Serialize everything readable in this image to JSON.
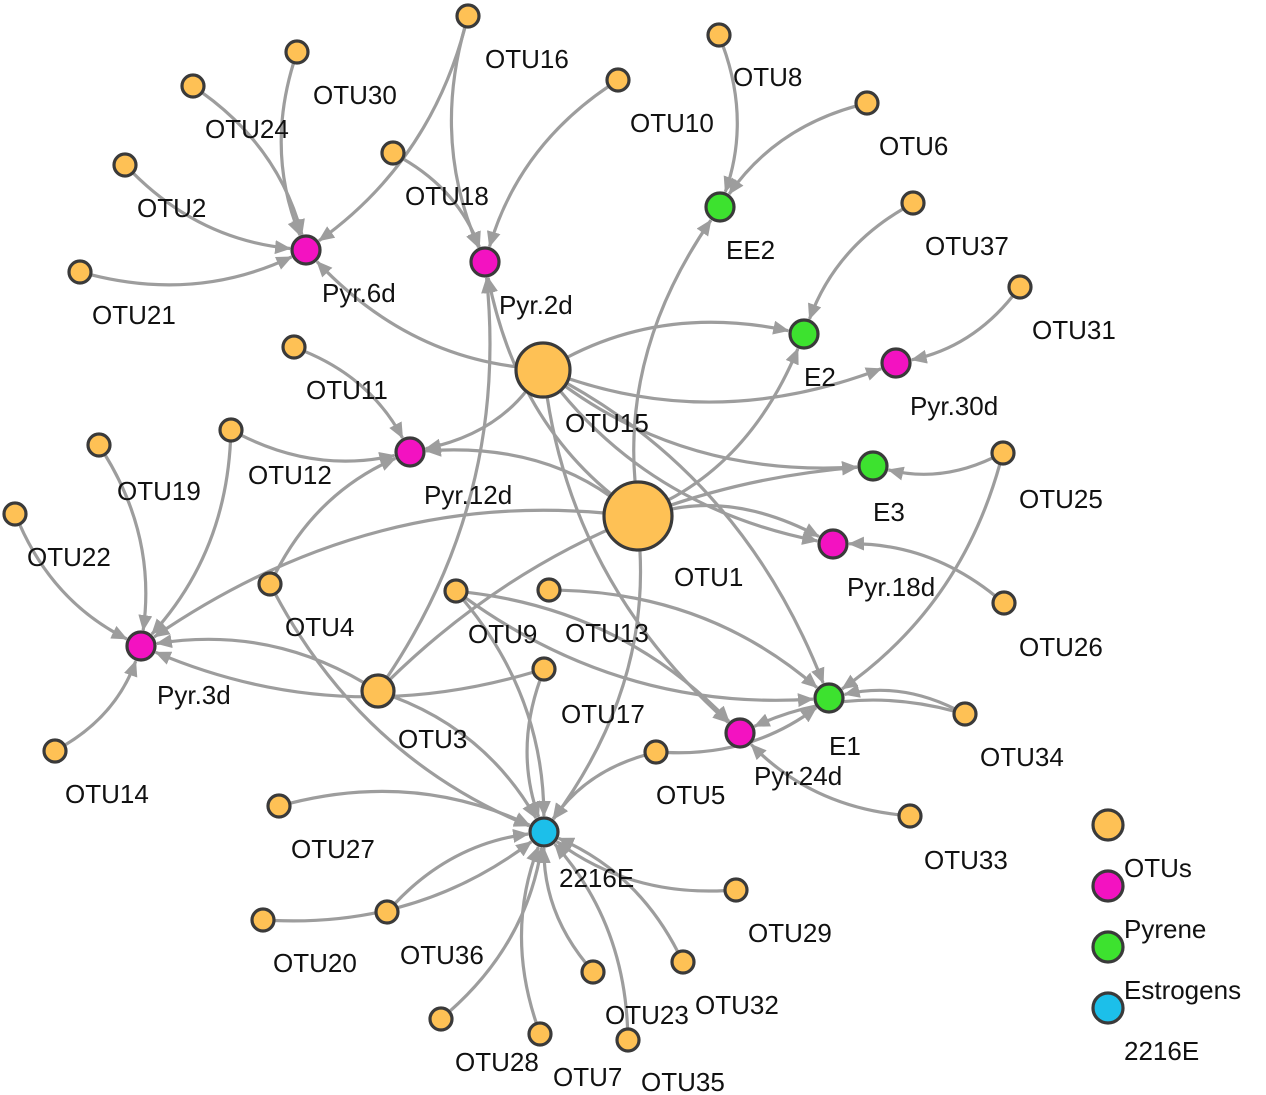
{
  "colors": {
    "otu": "#FEC155",
    "pyrene": "#3DE22F",
    "estrogens": "#F312C1",
    "medium": "#1CBFEA",
    "edge": "#9D9D9D",
    "stroke": "#3A3A3A"
  },
  "nodes": [
    {
      "id": "OTU1",
      "label": "OTU1",
      "kind": "otu",
      "size": "xl"
    },
    {
      "id": "OTU15",
      "label": "OTU15",
      "kind": "otu",
      "size": "lg"
    },
    {
      "id": "OTU3",
      "label": "OTU3",
      "kind": "otu",
      "size": "md"
    },
    {
      "id": "OTU2",
      "label": "OTU2",
      "kind": "otu"
    },
    {
      "id": "OTU4",
      "label": "OTU4",
      "kind": "otu"
    },
    {
      "id": "OTU5",
      "label": "OTU5",
      "kind": "otu"
    },
    {
      "id": "OTU6",
      "label": "OTU6",
      "kind": "otu"
    },
    {
      "id": "OTU7",
      "label": "OTU7",
      "kind": "otu"
    },
    {
      "id": "OTU8",
      "label": "OTU8",
      "kind": "otu"
    },
    {
      "id": "OTU9",
      "label": "OTU9",
      "kind": "otu"
    },
    {
      "id": "OTU10",
      "label": "OTU10",
      "kind": "otu"
    },
    {
      "id": "OTU11",
      "label": "OTU11",
      "kind": "otu"
    },
    {
      "id": "OTU12",
      "label": "OTU12",
      "kind": "otu"
    },
    {
      "id": "OTU13",
      "label": "OTU13",
      "kind": "otu"
    },
    {
      "id": "OTU14",
      "label": "OTU14",
      "kind": "otu"
    },
    {
      "id": "OTU16",
      "label": "OTU16",
      "kind": "otu"
    },
    {
      "id": "OTU17",
      "label": "OTU17",
      "kind": "otu"
    },
    {
      "id": "OTU18",
      "label": "OTU18",
      "kind": "otu"
    },
    {
      "id": "OTU19",
      "label": "OTU19",
      "kind": "otu"
    },
    {
      "id": "OTU20",
      "label": "OTU20",
      "kind": "otu"
    },
    {
      "id": "OTU21",
      "label": "OTU21",
      "kind": "otu"
    },
    {
      "id": "OTU22",
      "label": "OTU22",
      "kind": "otu"
    },
    {
      "id": "OTU23",
      "label": "OTU23",
      "kind": "otu"
    },
    {
      "id": "OTU24",
      "label": "OTU24",
      "kind": "otu"
    },
    {
      "id": "OTU25",
      "label": "OTU25",
      "kind": "otu"
    },
    {
      "id": "OTU26",
      "label": "OTU26",
      "kind": "otu"
    },
    {
      "id": "OTU27",
      "label": "OTU27",
      "kind": "otu"
    },
    {
      "id": "OTU28",
      "label": "OTU28",
      "kind": "otu"
    },
    {
      "id": "OTU29",
      "label": "OTU29",
      "kind": "otu"
    },
    {
      "id": "OTU30",
      "label": "OTU30",
      "kind": "otu"
    },
    {
      "id": "OTU31",
      "label": "OTU31",
      "kind": "otu"
    },
    {
      "id": "OTU32",
      "label": "OTU32",
      "kind": "otu"
    },
    {
      "id": "OTU33",
      "label": "OTU33",
      "kind": "otu"
    },
    {
      "id": "OTU34",
      "label": "OTU34",
      "kind": "otu"
    },
    {
      "id": "OTU35",
      "label": "OTU35",
      "kind": "otu"
    },
    {
      "id": "OTU36",
      "label": "OTU36",
      "kind": "otu"
    },
    {
      "id": "OTU37",
      "label": "OTU37",
      "kind": "otu"
    },
    {
      "id": "Pyr.2d",
      "label": "Pyr.2d",
      "kind": "estrogens"
    },
    {
      "id": "Pyr.3d",
      "label": "Pyr.3d",
      "kind": "estrogens"
    },
    {
      "id": "Pyr.6d",
      "label": "Pyr.6d",
      "kind": "estrogens"
    },
    {
      "id": "Pyr.12d",
      "label": "Pyr.12d",
      "kind": "estrogens"
    },
    {
      "id": "Pyr.18d",
      "label": "Pyr.18d",
      "kind": "estrogens"
    },
    {
      "id": "Pyr.24d",
      "label": "Pyr.24d",
      "kind": "estrogens"
    },
    {
      "id": "Pyr.30d",
      "label": "Pyr.30d",
      "kind": "estrogens"
    },
    {
      "id": "EE2",
      "label": "EE2",
      "kind": "pyrene"
    },
    {
      "id": "E1",
      "label": "E1",
      "kind": "pyrene"
    },
    {
      "id": "E2",
      "label": "E2",
      "kind": "pyrene"
    },
    {
      "id": "E3",
      "label": "E3",
      "kind": "pyrene"
    },
    {
      "id": "2216E",
      "label": "2216E",
      "kind": "medium"
    }
  ],
  "edges": [
    [
      "OTU30",
      "Pyr.6d"
    ],
    [
      "OTU24",
      "Pyr.6d"
    ],
    [
      "OTU2",
      "Pyr.6d"
    ],
    [
      "OTU16",
      "Pyr.6d"
    ],
    [
      "OTU21",
      "Pyr.6d"
    ],
    [
      "OTU15",
      "Pyr.6d"
    ],
    [
      "OTU16",
      "Pyr.2d"
    ],
    [
      "OTU18",
      "Pyr.2d"
    ],
    [
      "OTU10",
      "Pyr.2d"
    ],
    [
      "OTU1",
      "Pyr.2d"
    ],
    [
      "OTU3",
      "Pyr.2d"
    ],
    [
      "OTU8",
      "EE2"
    ],
    [
      "OTU6",
      "EE2"
    ],
    [
      "OTU1",
      "EE2"
    ],
    [
      "OTU37",
      "E2"
    ],
    [
      "OTU15",
      "E2"
    ],
    [
      "OTU1",
      "E2"
    ],
    [
      "OTU31",
      "Pyr.30d"
    ],
    [
      "OTU15",
      "Pyr.30d"
    ],
    [
      "OTU25",
      "E3"
    ],
    [
      "OTU15",
      "E3"
    ],
    [
      "OTU3",
      "E3"
    ],
    [
      "OTU15",
      "Pyr.18d"
    ],
    [
      "OTU1",
      "Pyr.18d"
    ],
    [
      "OTU26",
      "Pyr.18d"
    ],
    [
      "OTU11",
      "Pyr.12d"
    ],
    [
      "OTU12",
      "Pyr.12d"
    ],
    [
      "OTU15",
      "Pyr.12d"
    ],
    [
      "OTU1",
      "Pyr.12d"
    ],
    [
      "OTU4",
      "Pyr.12d"
    ],
    [
      "OTU22",
      "Pyr.3d"
    ],
    [
      "OTU19",
      "Pyr.3d"
    ],
    [
      "OTU14",
      "Pyr.3d"
    ],
    [
      "OTU12",
      "Pyr.3d"
    ],
    [
      "OTU3",
      "Pyr.3d"
    ],
    [
      "OTU17",
      "Pyr.3d"
    ],
    [
      "OTU1",
      "Pyr.3d"
    ],
    [
      "OTU13",
      "E1"
    ],
    [
      "OTU9",
      "E1"
    ],
    [
      "OTU25",
      "E1"
    ],
    [
      "OTU34",
      "E1"
    ],
    [
      "OTU15",
      "E1"
    ],
    [
      "OTU5",
      "E1"
    ],
    [
      "OTU9",
      "Pyr.24d"
    ],
    [
      "OTU34",
      "Pyr.24d"
    ],
    [
      "OTU33",
      "Pyr.24d"
    ],
    [
      "OTU15",
      "Pyr.24d"
    ],
    [
      "OTU27",
      "2216E"
    ],
    [
      "OTU20",
      "2216E"
    ],
    [
      "OTU36",
      "2216E"
    ],
    [
      "OTU28",
      "2216E"
    ],
    [
      "OTU7",
      "2216E"
    ],
    [
      "OTU35",
      "2216E"
    ],
    [
      "OTU23",
      "2216E"
    ],
    [
      "OTU32",
      "2216E"
    ],
    [
      "OTU29",
      "2216E"
    ],
    [
      "OTU17",
      "2216E"
    ],
    [
      "OTU9",
      "2216E"
    ],
    [
      "OTU4",
      "2216E"
    ],
    [
      "OTU3",
      "2216E"
    ],
    [
      "OTU5",
      "2216E"
    ],
    [
      "OTU1",
      "2216E"
    ]
  ],
  "legend": [
    {
      "kind": "otu",
      "label": "OTUs"
    },
    {
      "kind": "estrogens",
      "label": "Pyrene"
    },
    {
      "kind": "pyrene",
      "label": "Estrogens"
    },
    {
      "kind": "medium",
      "label": "2216E"
    }
  ]
}
